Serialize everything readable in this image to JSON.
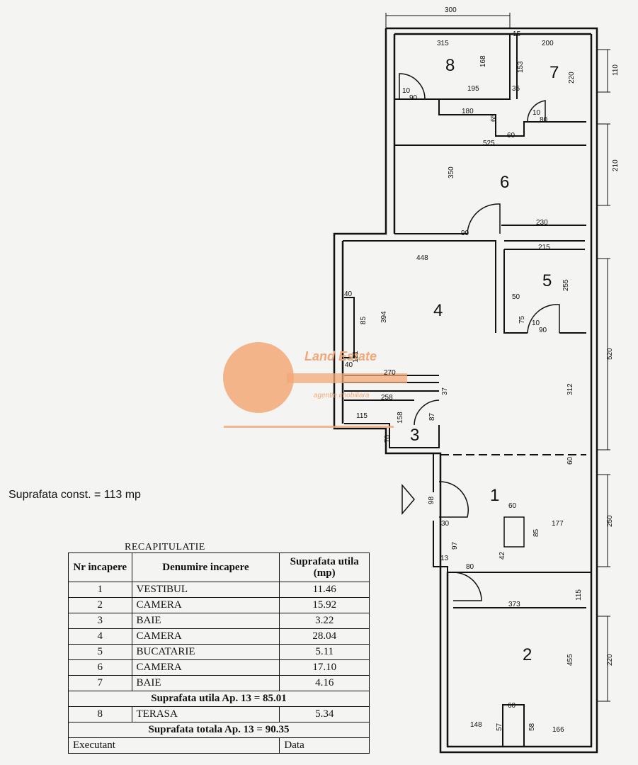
{
  "watermark": {
    "brand": "Land Estate",
    "subtitle": "agentie imobiliara"
  },
  "plan": {
    "room_numbers": [
      "1",
      "2",
      "3",
      "4",
      "5",
      "6",
      "7",
      "8"
    ],
    "dimensions": [
      "300",
      "15",
      "315",
      "200",
      "168",
      "153",
      "220",
      "110",
      "195",
      "35",
      "10",
      "90",
      "180",
      "10",
      "80",
      "65",
      "60",
      "525",
      "350",
      "210",
      "230",
      "90",
      "448",
      "215",
      "255",
      "40",
      "50",
      "394",
      "85",
      "75",
      "10",
      "90",
      "520",
      "121",
      "40",
      "270",
      "258",
      "37",
      "115",
      "158",
      "87",
      "70",
      "312",
      "60",
      "98",
      "30",
      "250",
      "60",
      "85",
      "177",
      "97",
      "13",
      "80",
      "42",
      "373",
      "115",
      "455",
      "220",
      "60",
      "148",
      "57",
      "58",
      "166"
    ]
  },
  "surface_text": "Suprafata const. = 113 mp",
  "recap": {
    "title": "RECAPITULATIE",
    "headers": {
      "nr": "Nr incapere",
      "name": "Denumire incapere",
      "area": "Suprafata utila (mp)"
    },
    "rows": [
      {
        "nr": "1",
        "name": "VESTIBUL",
        "area": "11.46"
      },
      {
        "nr": "2",
        "name": "CAMERA",
        "area": "15.92"
      },
      {
        "nr": "3",
        "name": "BAIE",
        "area": "3.22"
      },
      {
        "nr": "4",
        "name": "CAMERA",
        "area": "28.04"
      },
      {
        "nr": "5",
        "name": "BUCATARIE",
        "area": "5.11"
      },
      {
        "nr": "6",
        "name": "CAMERA",
        "area": "17.10"
      },
      {
        "nr": "7",
        "name": "BAIE",
        "area": "4.16"
      }
    ],
    "subtotal": "Suprafata utila Ap. 13 = 85.01",
    "terrace": {
      "nr": "8",
      "name": "TERASA",
      "area": "5.34"
    },
    "total": "Suprafata totala Ap. 13 = 90.35",
    "executant_label": "Executant",
    "date_label": "Data"
  },
  "colors": {
    "watermark": "#f3a877",
    "ink": "#111111",
    "paper": "#f4f4f2"
  }
}
